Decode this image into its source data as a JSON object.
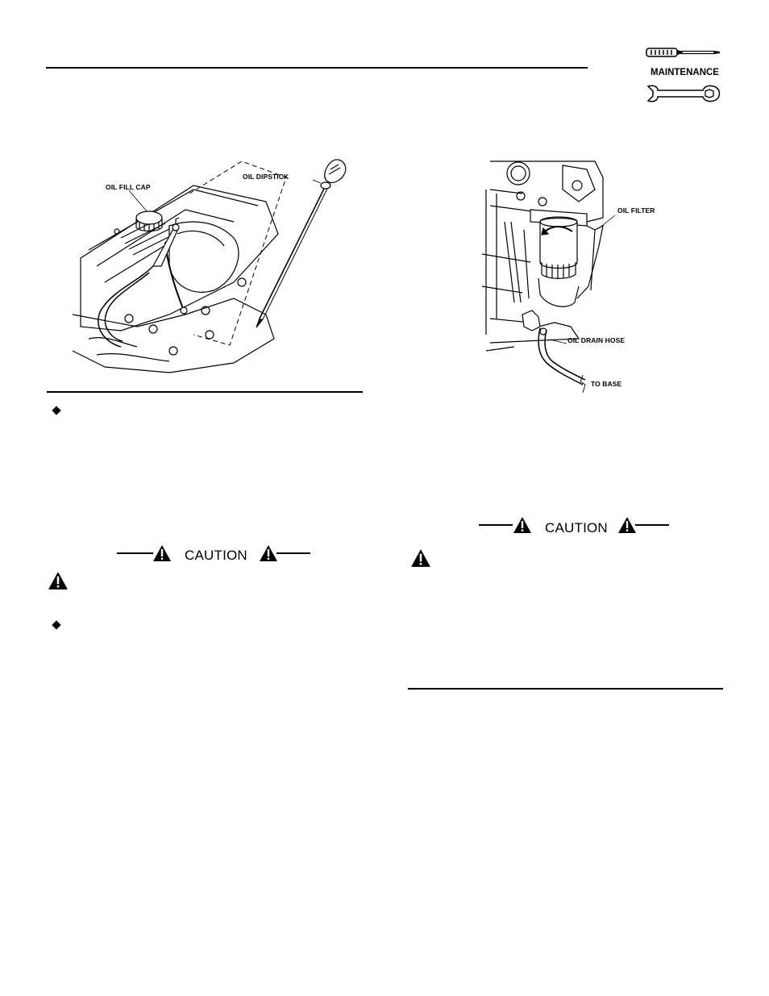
{
  "header": {
    "badge_label": "MAINTENANCE",
    "screwdriver_icon": "screwdriver-icon",
    "wrench_icon": "wrench-icon"
  },
  "figure_left": {
    "oil_fill_cap_label": "OIL FILL CAP",
    "oil_dipstick_label": "OIL DIPSTICK"
  },
  "figure_right": {
    "oil_filter_label": "OIL FILTER",
    "oil_drain_hose_label": "OIL DRAIN HOSE",
    "to_base_label": "TO BASE"
  },
  "caution_left": {
    "title": "CAUTION",
    "icon": "warning-triangle-icon"
  },
  "caution_right": {
    "title": "CAUTION",
    "icon": "warning-triangle-icon"
  },
  "bullets": {
    "icon": "diamond-bullet-icon"
  }
}
